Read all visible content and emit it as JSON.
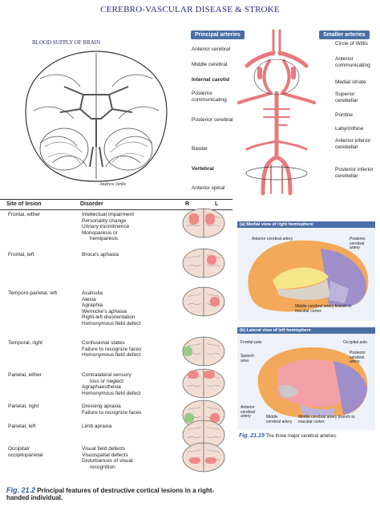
{
  "header": {
    "title": "CEREBRO-VASCULAR DISEASE & STROKE"
  },
  "brain_illustration": {
    "label": "BLOOD SUPPLY OF BRAIN",
    "author": "Andrew Jenks"
  },
  "arteries": {
    "principal_header": "Principal arteries",
    "smaller_header": "Smaller arteries",
    "left": [
      {
        "text": "Anterior cerebral",
        "bold": false
      },
      {
        "text": "Middle cerebral",
        "bold": false
      },
      {
        "text": "Internal carotid",
        "bold": true
      },
      {
        "text": "Posterior communicating",
        "bold": false
      },
      {
        "text": "Posterior cerebral",
        "bold": false
      },
      {
        "text": "Basilar",
        "bold": false
      },
      {
        "text": "Vertebral",
        "bold": true
      },
      {
        "text": "Anterior spinal",
        "bold": false
      }
    ],
    "right": [
      "Circle of Willis",
      "Anterior communicating",
      "Medial striate",
      "Superior cerebellar",
      "Pontine",
      "Labyrinthine",
      "Anterior inferior cerebellar",
      "Posterior inferior cerebellar"
    ]
  },
  "lesion_table": {
    "columns": [
      "Site of lesion",
      "Disorder",
      "R",
      "L"
    ],
    "rows": [
      {
        "site": "Frontal, either",
        "disorders": [
          "Intellectual impairment",
          "Personality change",
          "Urinary incontinence",
          "Monoparesis or",
          "hemiparesis"
        ]
      },
      {
        "site": "Frontal, left",
        "disorders": [
          "Broca's aphasia"
        ]
      },
      {
        "site": "Temporo-parietal, left",
        "disorders": [
          "Acalculia",
          "Alexia",
          "Agraphia",
          "Wernicke's aphasia",
          "Right-left disorientation",
          "Homonymous field defect"
        ]
      },
      {
        "site": "Temporal, right",
        "disorders": [
          "Confusional states",
          "Failure to recognize faces",
          "Homonymous field defect"
        ]
      },
      {
        "site": "Parietal, either",
        "disorders": [
          "Contralateral sensory",
          "loss or neglect",
          "Agraphaesthesia",
          "Homonymous field defect"
        ]
      },
      {
        "site": "Parietal, right",
        "disorders": [
          "Dressing apraxia",
          "Failure to recognize faces"
        ]
      },
      {
        "site": "Parietal, left",
        "disorders": [
          "Limb apraxia"
        ]
      },
      {
        "site": "Occipital/ occipitoparietal",
        "disorders": [
          "Visual field defects",
          "Visuospatial defects",
          "Disturbances of visual",
          "recognition"
        ]
      }
    ],
    "caption_ref": "Fig. 21.2",
    "caption_text": "Principal features of destructive cortical lesions in a right-handed individual."
  },
  "cerebral_figure": {
    "panel_a_title": "(a) Medial view of right hemisphere",
    "panel_a_labels": [
      "Anterior cerebral artery",
      "Posterior cerebral artery",
      "Middle cerebral artery branch to macular cortex"
    ],
    "panel_b_title": "(b) Lateral view of left hemisphere",
    "panel_b_labels": [
      "Frontal pole",
      "Occipital pole",
      "Speech area",
      "Posterior cerebral artery",
      "Anterior cerebral artery",
      "Middle cerebral artery",
      "Middle cerebral artery branch to macular cortex"
    ],
    "caption_ref": "Fig. 21.19",
    "caption_text": "The three major cerebral arteries."
  },
  "colors": {
    "header_blue": "#4a6fa5",
    "artery_red": "#e8797d",
    "lesion_red": "#ee7f7f",
    "lesion_green": "#8cc97a",
    "brain_pink": "#f2ddd3"
  }
}
